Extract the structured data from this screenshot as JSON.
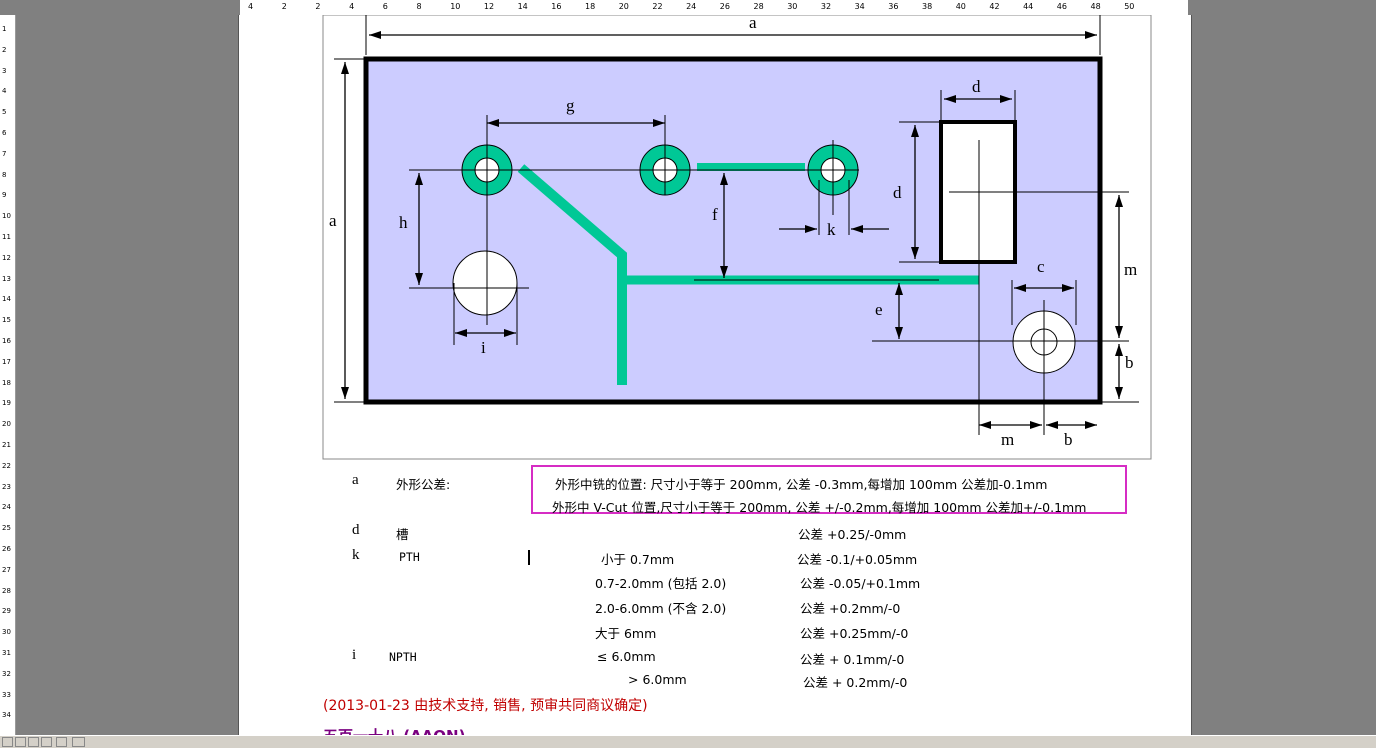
{
  "ruler": {
    "h_ticks": [
      "4",
      "2",
      "2",
      "4",
      "6",
      "8",
      "10",
      "12",
      "14",
      "16",
      "18",
      "20",
      "22",
      "24",
      "26",
      "28",
      "30",
      "32",
      "34",
      "36",
      "38",
      "40",
      "42",
      "44",
      "46",
      "48",
      "50"
    ],
    "v_ticks": [
      "1",
      "2",
      "3",
      "4",
      "5",
      "6",
      "7",
      "8",
      "9",
      "10",
      "11",
      "12",
      "13",
      "14",
      "15",
      "16",
      "17",
      "18",
      "19",
      "20",
      "21",
      "22",
      "23",
      "24",
      "25",
      "26",
      "27",
      "28",
      "29",
      "30",
      "31",
      "32",
      "33",
      "34"
    ]
  },
  "diagram": {
    "labels": {
      "a_top": "a",
      "a_left": "a",
      "d_top": "d",
      "d_left": "d",
      "g": "g",
      "h": "h",
      "f": "f",
      "k": "k",
      "i": "i",
      "e": "e",
      "c": "c",
      "m_right": "m",
      "b_right": "b",
      "m_bottom": "m",
      "b_bottom": "b"
    },
    "colors": {
      "board_fill": "#ccccff",
      "pad_color": "#00c896",
      "outline": "#000000"
    }
  },
  "spec": {
    "a": {
      "letter": "a",
      "name": "外形公差:",
      "line1": "外形中铣的位置:   尺寸小于等于 200mm, 公差 -0.3mm,每增加 100mm 公差加-0.1mm",
      "line2": "外形中 V-Cut 位置,尺寸小于等于 200mm, 公差 +/-0.2mm,每增加 100mm 公差加+/-0.1mm"
    },
    "d": {
      "letter": "d",
      "name": "槽",
      "tol": "公差 +0.25/-0mm"
    },
    "k": {
      "letter": "k",
      "name": "PTH",
      "rows": [
        {
          "size": "小于 0.7mm",
          "tol": "公差 -0.1/+0.05mm"
        },
        {
          "size": "0.7-2.0mm (包括 2.0)",
          "tol": "公差  -0.05/+0.1mm"
        },
        {
          "size": "2.0-6.0mm (不含 2.0)",
          "tol": "公差 +0.2mm/-0"
        },
        {
          "size": "大于 6mm",
          "tol": "公差 +0.25mm/-0"
        }
      ]
    },
    "i": {
      "letter": "i",
      "name": "NPTH",
      "rows": [
        {
          "size": "≤ 6.0mm",
          "tol": "公差 + 0.1mm/-0"
        },
        {
          "size": "> 6.0mm",
          "tol": "公差 + 0.2mm/-0"
        }
      ]
    },
    "note": "(2013-01-23 由技术支持, 销售, 预审共同商议确定)",
    "next_heading": "五百一十八 (AAON)"
  }
}
